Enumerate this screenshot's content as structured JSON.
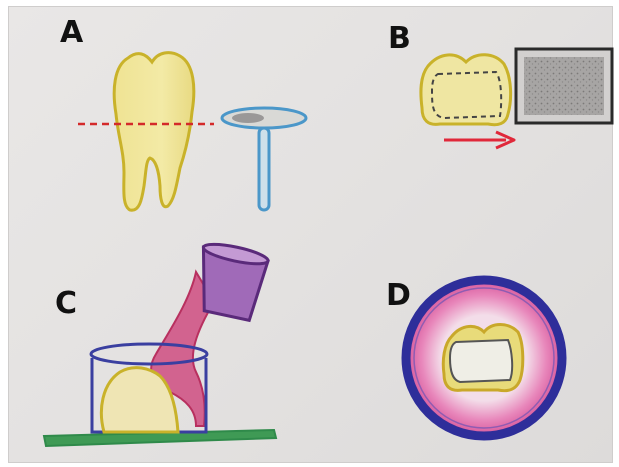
{
  "panels": [
    {
      "letter": "A"
    },
    {
      "letter": "B"
    },
    {
      "letter": "C"
    },
    {
      "letter": "D"
    }
  ],
  "colors": {
    "paper": "#e6e4e3",
    "tooth_fill": "#f0e79a",
    "tooth_outline": "#c9b22a",
    "dashed_red": "#d42a2a",
    "blue_pin": "#4b97c9",
    "arrow_red": "#e0283a",
    "grey_block": "#9a9898",
    "purple_cup": "#5a2a7a",
    "pink_material": "#cf4a86",
    "beaker_blue": "#3a3fa0",
    "base_green": "#2f8a4a",
    "ring_blue": "#2e2e9a",
    "ring_pink": "#e06fae"
  }
}
